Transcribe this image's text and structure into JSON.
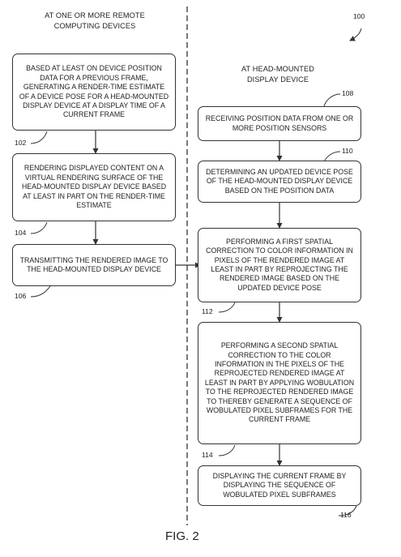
{
  "diagram_ref": "100",
  "headings": {
    "left": "AT ONE OR MORE REMOTE\nCOMPUTING DEVICES",
    "right": "AT HEAD-MOUNTED\nDISPLAY DEVICE"
  },
  "steps": [
    {
      "ref": "102",
      "text": "BASED AT LEAST ON DEVICE POSITION DATA FOR A PREVIOUS FRAME, GENERATING A RENDER-TIME ESTIMATE OF A DEVICE POSE FOR A HEAD-MOUNTED DISPLAY DEVICE AT A DISPLAY TIME OF A CURRENT FRAME"
    },
    {
      "ref": "104",
      "text": "RENDERING DISPLAYED CONTENT ON A VIRTUAL RENDERING SURFACE OF THE HEAD-MOUNTED DISPLAY DEVICE BASED AT LEAST IN PART ON THE RENDER-TIME ESTIMATE"
    },
    {
      "ref": "106",
      "text": "TRANSMITTING THE RENDERED IMAGE TO THE HEAD-MOUNTED DISPLAY DEVICE"
    },
    {
      "ref": "108",
      "text": "RECEIVING POSITION DATA FROM ONE OR MORE POSITION SENSORS"
    },
    {
      "ref": "110",
      "text": "DETERMINING AN UPDATED DEVICE POSE OF THE HEAD-MOUNTED DISPLAY DEVICE BASED ON THE POSITION DATA"
    },
    {
      "ref": "112",
      "text": "PERFORMING A FIRST SPATIAL CORRECTION TO COLOR INFORMATION IN PIXELS OF THE RENDERED IMAGE AT LEAST IN PART BY REPROJECTING THE RENDERED IMAGE BASED ON THE UPDATED DEVICE POSE"
    },
    {
      "ref": "114",
      "text": "PERFORMING A SECOND SPATIAL CORRECTION TO THE COLOR INFORMATION IN THE PIXELS OF THE REPROJECTED RENDERED IMAGE AT LEAST IN PART BY APPLYING WOBULATION TO THE REPROJECTED RENDERED IMAGE TO THEREBY GENERATE A SEQUENCE OF WOBULATED PIXEL SUBFRAMES FOR THE CURRENT FRAME"
    },
    {
      "ref": "116",
      "text": "DISPLAYING THE CURRENT FRAME BY DISPLAYING THE SEQUENCE OF WOBULATED PIXEL SUBFRAMES"
    }
  ],
  "figure_label": "FIG. 2"
}
